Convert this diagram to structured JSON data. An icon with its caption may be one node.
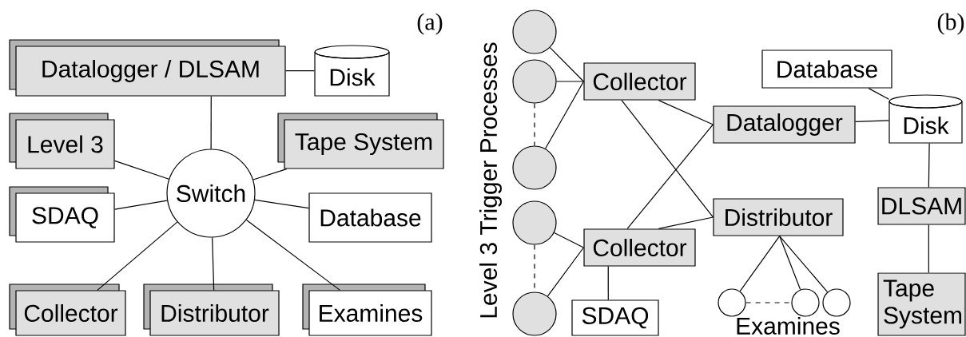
{
  "diagram": {
    "nodes": [
      {
        "text": [
          "Datalogger / DLSAM"
        ]
      },
      {
        "text": [
          "Disk"
        ]
      },
      {
        "text": [
          "Level 3"
        ]
      },
      {
        "text": [
          "Tape System"
        ]
      },
      {
        "text": [
          "Switch"
        ]
      },
      {
        "text": [
          "SDAQ"
        ]
      },
      {
        "text": [
          "Database"
        ]
      },
      {
        "text": [
          "Collector"
        ]
      },
      {
        "text": [
          "Distributor"
        ]
      },
      {
        "text": [
          "Examines"
        ]
      },
      {
        "text": [],
        "shape": "circle"
      },
      {
        "text": [],
        "shape": "circle"
      },
      {
        "text": [],
        "shape": "circle"
      },
      {
        "text": [],
        "shape": "circle"
      },
      {
        "text": [],
        "shape": "circle"
      },
      {
        "text": [
          "Collector"
        ]
      },
      {
        "text": [
          "Collector"
        ]
      },
      {
        "text": [
          "Database"
        ]
      },
      {
        "text": [
          "Datalogger"
        ]
      },
      {
        "text": [
          "Disk"
        ]
      },
      {
        "text": [
          "Distributor"
        ]
      },
      {
        "text": [
          "DLSAM"
        ]
      },
      {
        "text": [
          "Tape System"
        ]
      },
      {
        "text": [
          "SDAQ"
        ]
      },
      {
        "text": [],
        "shape": "circle"
      },
      {
        "text": [],
        "shape": "circle"
      },
      {
        "text": [],
        "shape": "circle"
      }
    ],
    "edges": [
      {
        "from": 0,
        "to": 1,
        "arrow": "none"
      },
      {
        "from": 0,
        "to": 4,
        "arrow": "none"
      },
      {
        "from": 2,
        "to": 4,
        "arrow": "none"
      },
      {
        "from": 3,
        "to": 4,
        "arrow": "none"
      },
      {
        "from": 5,
        "to": 4,
        "arrow": "none"
      },
      {
        "from": 6,
        "to": 4,
        "arrow": "none"
      },
      {
        "from": 7,
        "to": 4,
        "arrow": "none"
      },
      {
        "from": 8,
        "to": 4,
        "arrow": "none"
      },
      {
        "from": 9,
        "to": 4,
        "arrow": "none"
      },
      {
        "from": 10,
        "to": 15,
        "arrow": "none"
      },
      {
        "from": 11,
        "to": 15,
        "arrow": "none"
      },
      {
        "from": 12,
        "to": 15,
        "arrow": "none"
      },
      {
        "from": 11,
        "to": 12,
        "arrow": "none",
        "style": "dashed"
      },
      {
        "from": 13,
        "to": 16,
        "arrow": "none"
      },
      {
        "from": 14,
        "to": 16,
        "arrow": "none"
      },
      {
        "from": 13,
        "to": 14,
        "arrow": "none",
        "style": "dashed"
      },
      {
        "from": 15,
        "to": 18,
        "arrow": "none"
      },
      {
        "from": 15,
        "to": 20,
        "arrow": "none"
      },
      {
        "from": 16,
        "to": 18,
        "arrow": "none"
      },
      {
        "from": 16,
        "to": 20,
        "arrow": "none"
      },
      {
        "from": 16,
        "to": 23,
        "arrow": "none"
      },
      {
        "from": 17,
        "to": 19,
        "arrow": "none"
      },
      {
        "from": 18,
        "to": 19,
        "arrow": "none"
      },
      {
        "from": 19,
        "to": 21,
        "arrow": "none"
      },
      {
        "from": 21,
        "to": 22,
        "arrow": "none"
      },
      {
        "from": 20,
        "to": 24,
        "arrow": "none"
      },
      {
        "from": 20,
        "to": 25,
        "arrow": "none"
      },
      {
        "from": 20,
        "to": 26,
        "arrow": "none"
      },
      {
        "from": 24,
        "to": 25,
        "arrow": "none",
        "style": "dashed"
      }
    ],
    "labels": [
      "(a)",
      "(b)",
      "Level 3 Trigger Processes",
      "Examines"
    ]
  }
}
